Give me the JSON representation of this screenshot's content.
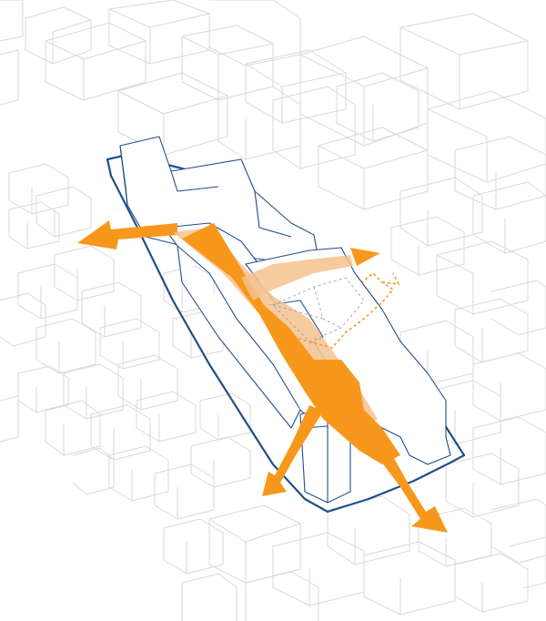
{
  "diagram": {
    "colors": {
      "flow": "#f7981d",
      "flow_pale": "#f6c28f",
      "building_outline": "#1f4e8c",
      "context_lines": "#d9d9d9",
      "background": "#ffffff"
    },
    "elements": {
      "context_blocks": "grey-outline-buildings",
      "site_boundary": "navy-outline",
      "main_building": "white-massing-navy-outline",
      "movement_arrows": [
        "west-arrow",
        "north-east-arrow",
        "south-arrow",
        "south-east-arrow"
      ],
      "dashed_path": "orange-dashed-route"
    }
  }
}
